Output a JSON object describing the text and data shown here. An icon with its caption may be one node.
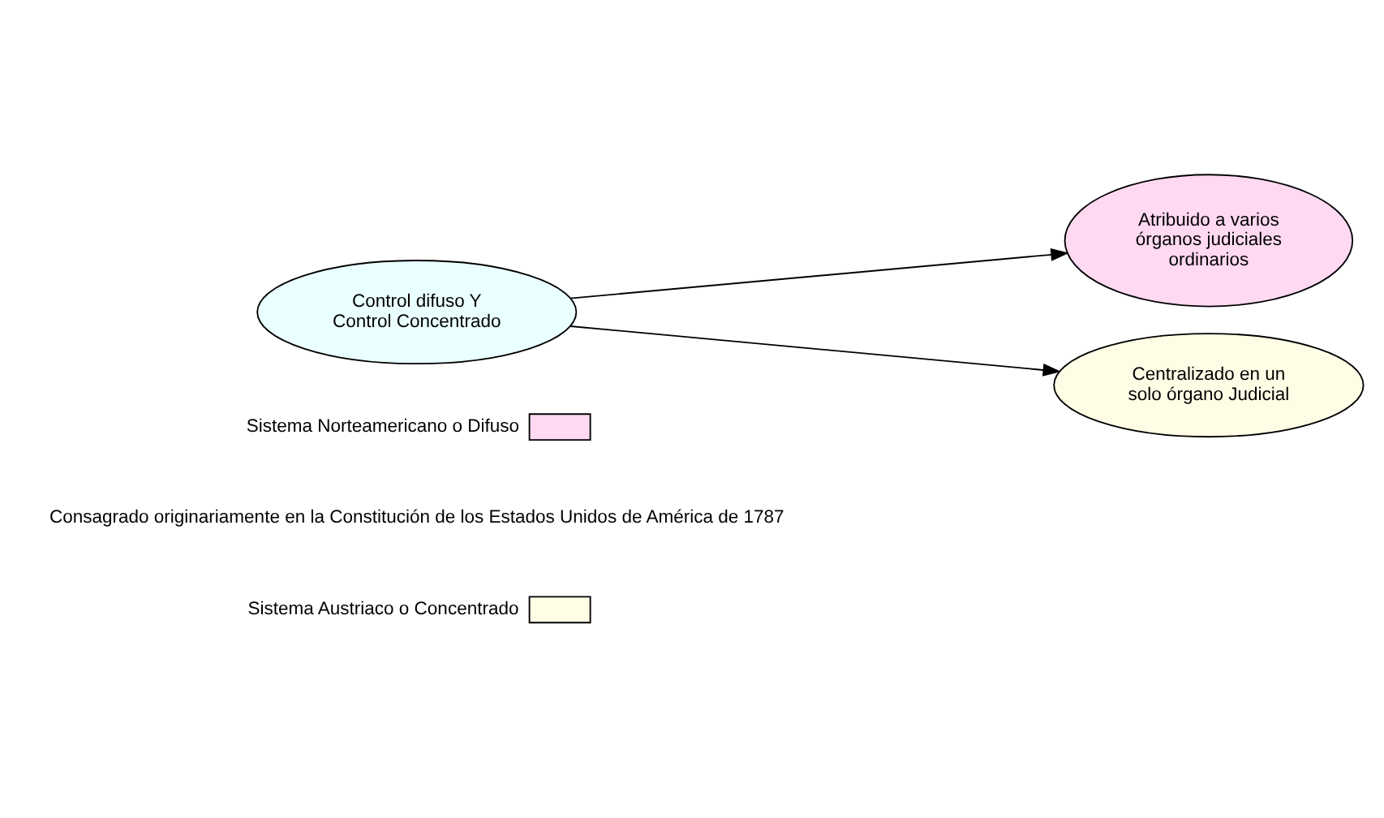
{
  "diagram": {
    "nodes": [
      {
        "text": [
          "Control difuso Y Control Concentrado"
        ]
      },
      {
        "text": [
          "Atribuido a varios órganos judiciales ordinarios"
        ]
      },
      {
        "text": [
          "Centralizado en un solo órgano Judicial"
        ]
      }
    ],
    "edges": [
      {
        "from": 0,
        "to": 1,
        "arrow": "to"
      },
      {
        "from": 0,
        "to": 2,
        "arrow": "to"
      }
    ],
    "labels": [
      "Consagrado originariamente en la Constitución de los Estados Unidos de América de 1787"
    ],
    "legend": [
      {
        "text": "Sistema Norteamericano o Difuso",
        "color": "#ffd9f2"
      },
      {
        "text": "Sistema Austriaco o Concentrado",
        "color": "#fffde6"
      }
    ]
  }
}
